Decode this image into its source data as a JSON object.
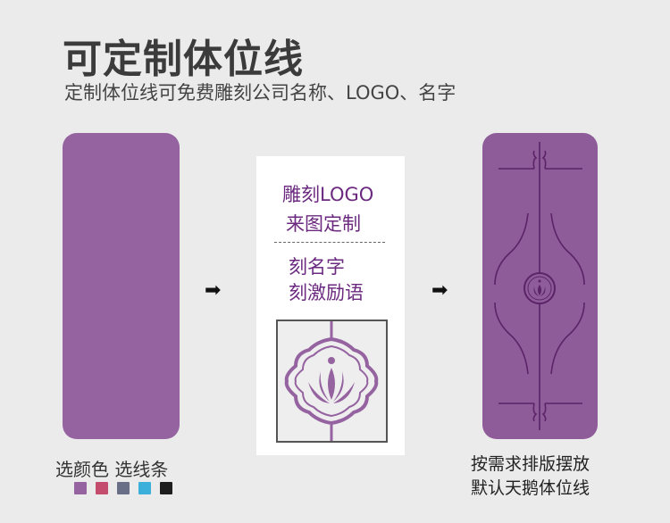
{
  "header": {
    "title": "可定制体位线",
    "subtitle": "定制体位线可免费雕刻公司名称、LOGO、名字"
  },
  "colors": {
    "mat": "#9563a0",
    "line": "#5a2466",
    "accent_text": "#6b2a7f"
  },
  "card": {
    "line1": "雕刻LOGO",
    "line2": "来图定制",
    "line3": "刻名字",
    "line4": "刻激励语"
  },
  "arrow_icon": "➡",
  "left_caption": "选颜色 选线条",
  "swatches": [
    "#9563a0",
    "#c44d6e",
    "#686f87",
    "#3ab0db",
    "#1e1e1e"
  ],
  "right_caption": {
    "line1": "按需求排版摆放",
    "line2": "默认天鹅体位线"
  }
}
